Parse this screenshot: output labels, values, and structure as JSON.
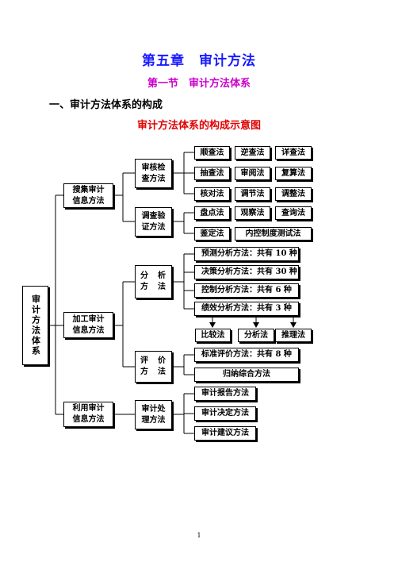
{
  "chapter_title": "第五章　审计方法",
  "section_title": "第一节　审计方法体系",
  "heading": "一、审计方法体系的构成",
  "figure_title": "审计方法体系的构成示意图",
  "root": "审计方法体系",
  "level1": {
    "collect": "搜集审计信息方法",
    "process": "加工审计信息方法",
    "use": "利用审计信息方法"
  },
  "level2": {
    "review": "审核检查方法",
    "investigate": "调查验证方法",
    "analyze": "分　析方　法",
    "evaluate": "评　价方　法",
    "handle": "审计处理方法"
  },
  "leaves": {
    "shunzha": "顺查法",
    "nizha": "逆查法",
    "xiangzha": "详查法",
    "chouzha": "抽查法",
    "shenyue": "审阅法",
    "fusuan": "复算法",
    "heduifa": "核对法",
    "diaojie": "调节法",
    "tiaozheng": "调整法",
    "pandian": "盘点法",
    "guancha": "观察法",
    "chaxun": "查询法",
    "jianding": "鉴定法",
    "neikong": "内控制度测试法",
    "yuce": "预测分析方法：共有 10 种",
    "juece": "决策分析方法：共有 30 种",
    "kongzhi": "控制分析方法：共有 6 种",
    "jixiao": "绩效分析方法：共有 3 种",
    "bijiao": "比较法",
    "fenxi": "分析法",
    "tuili": "推理法",
    "biaozhun": "标准评价方法：共有 8 种",
    "guina": "归纳综合方法",
    "baogao": "审计报告方法",
    "jueding": "审计决定方法",
    "jianyi": "审计建议方法"
  },
  "page_number": "1"
}
